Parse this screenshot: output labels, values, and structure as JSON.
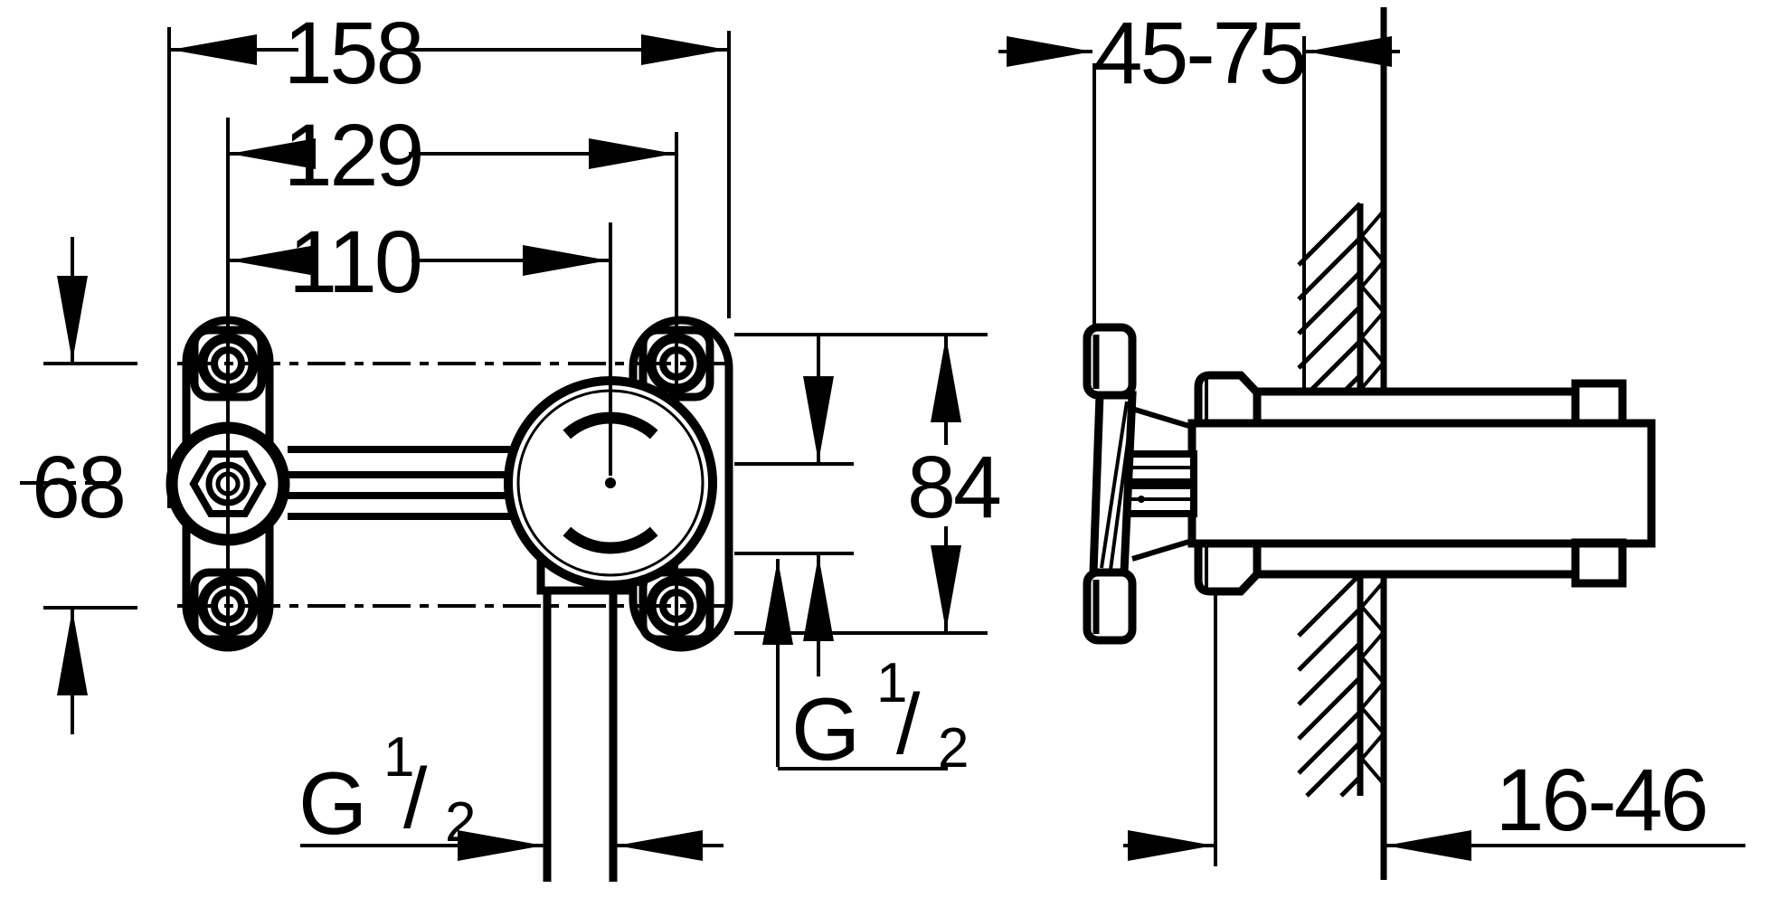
{
  "drawing": {
    "kind": "technical-installation-drawing",
    "colors": {
      "background": "#ffffff",
      "line": "#000000"
    },
    "front_view": {
      "dim_overall_width": "158",
      "dim_hole_spacing": "129",
      "dim_center_offset": "110",
      "dim_vertical_hole_spacing": "68",
      "dim_overall_height": "84"
    },
    "side_view": {
      "dim_recess_depth_range": "45-75",
      "dim_finished_wall_range": "16-46"
    },
    "thread_label": {
      "prefix": "G",
      "numerator": "1",
      "slash": "/",
      "denominator": "2"
    }
  }
}
